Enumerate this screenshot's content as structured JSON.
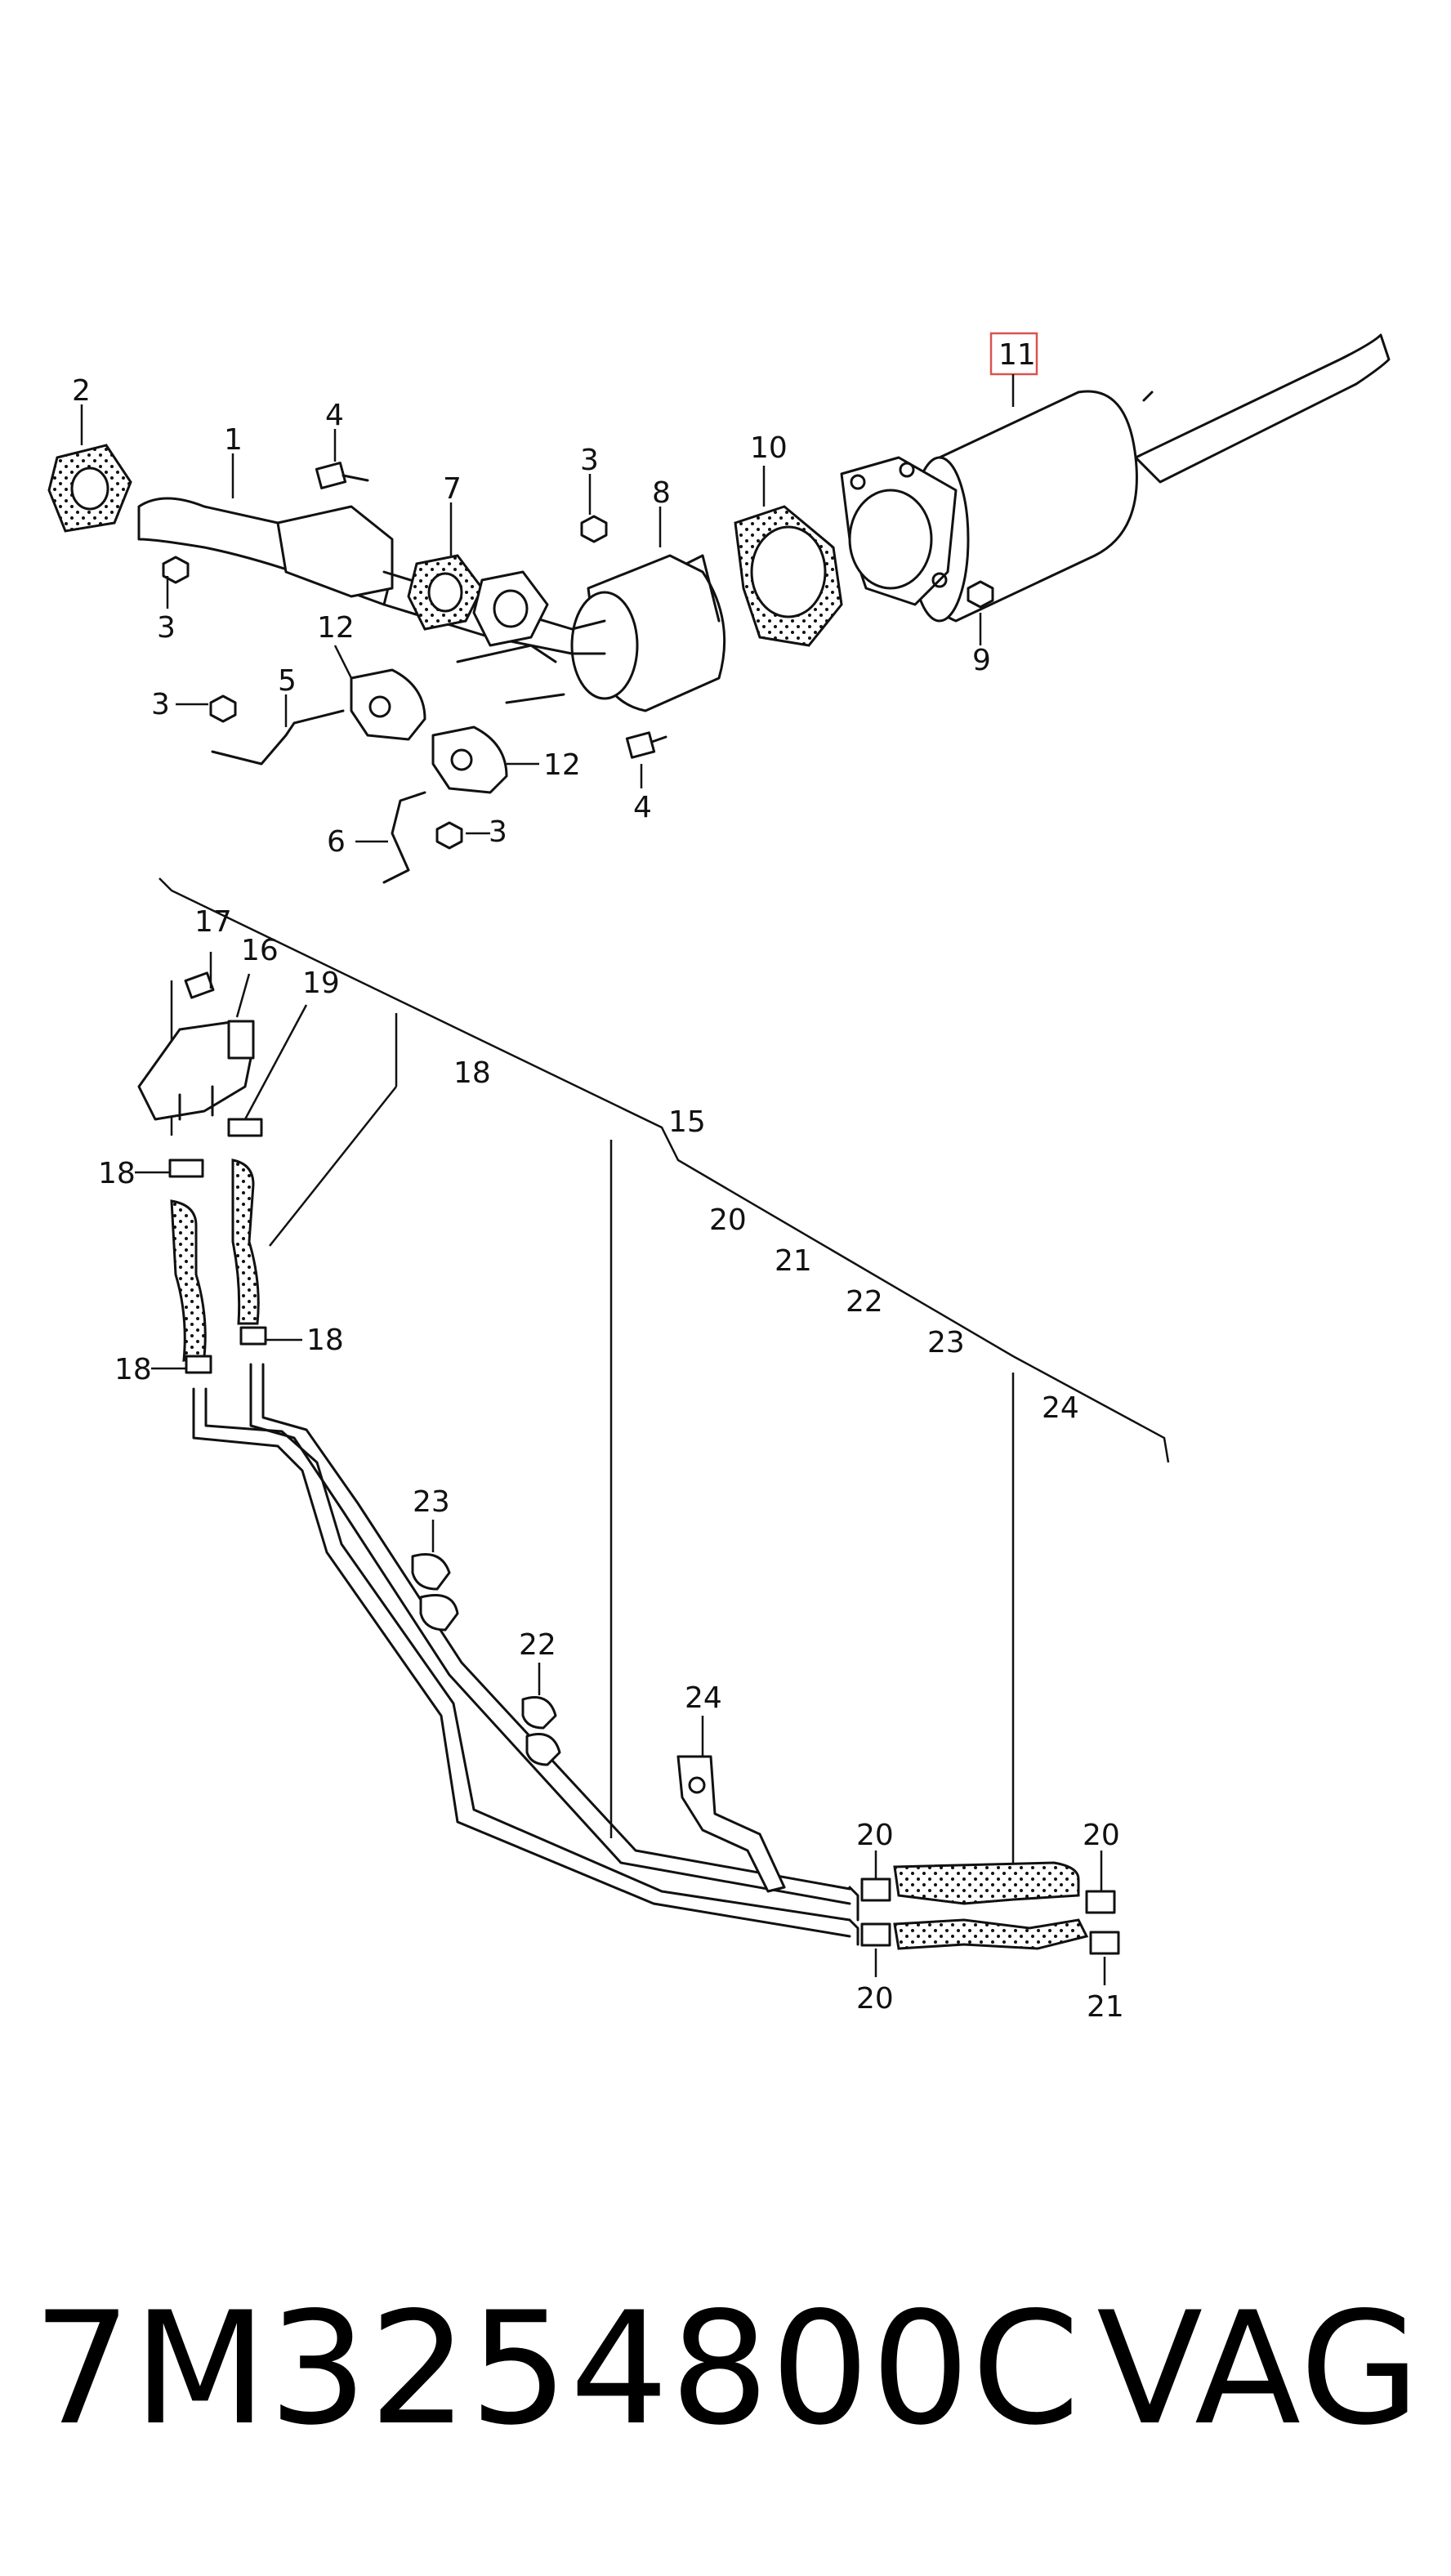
{
  "callouts": {
    "c1": "1",
    "c2": "2",
    "c3a": "3",
    "c3b": "3",
    "c3c": "3",
    "c3d": "3",
    "c4a": "4",
    "c4b": "4",
    "c5": "5",
    "c6": "6",
    "c7": "7",
    "c8": "8",
    "c9": "9",
    "c10": "10",
    "c11": "11",
    "c12a": "12",
    "c12b": "12",
    "c15": "15",
    "c16": "16",
    "c17": "17",
    "c18a": "18",
    "c18b": "18",
    "c18c": "18",
    "c18d": "18",
    "c19": "19",
    "c20a": "20",
    "c20b": "20",
    "c20c": "20",
    "c20d": "20",
    "c21a": "21",
    "c21b": "21",
    "c22a": "22",
    "c22b": "22",
    "c23a": "23",
    "c23b": "23",
    "c24a": "24",
    "c24b": "24"
  },
  "footer": {
    "part_number": "7M3254800C",
    "brand": "VAG"
  },
  "colors": {
    "highlight": "#d9534f",
    "line": "#111111"
  }
}
